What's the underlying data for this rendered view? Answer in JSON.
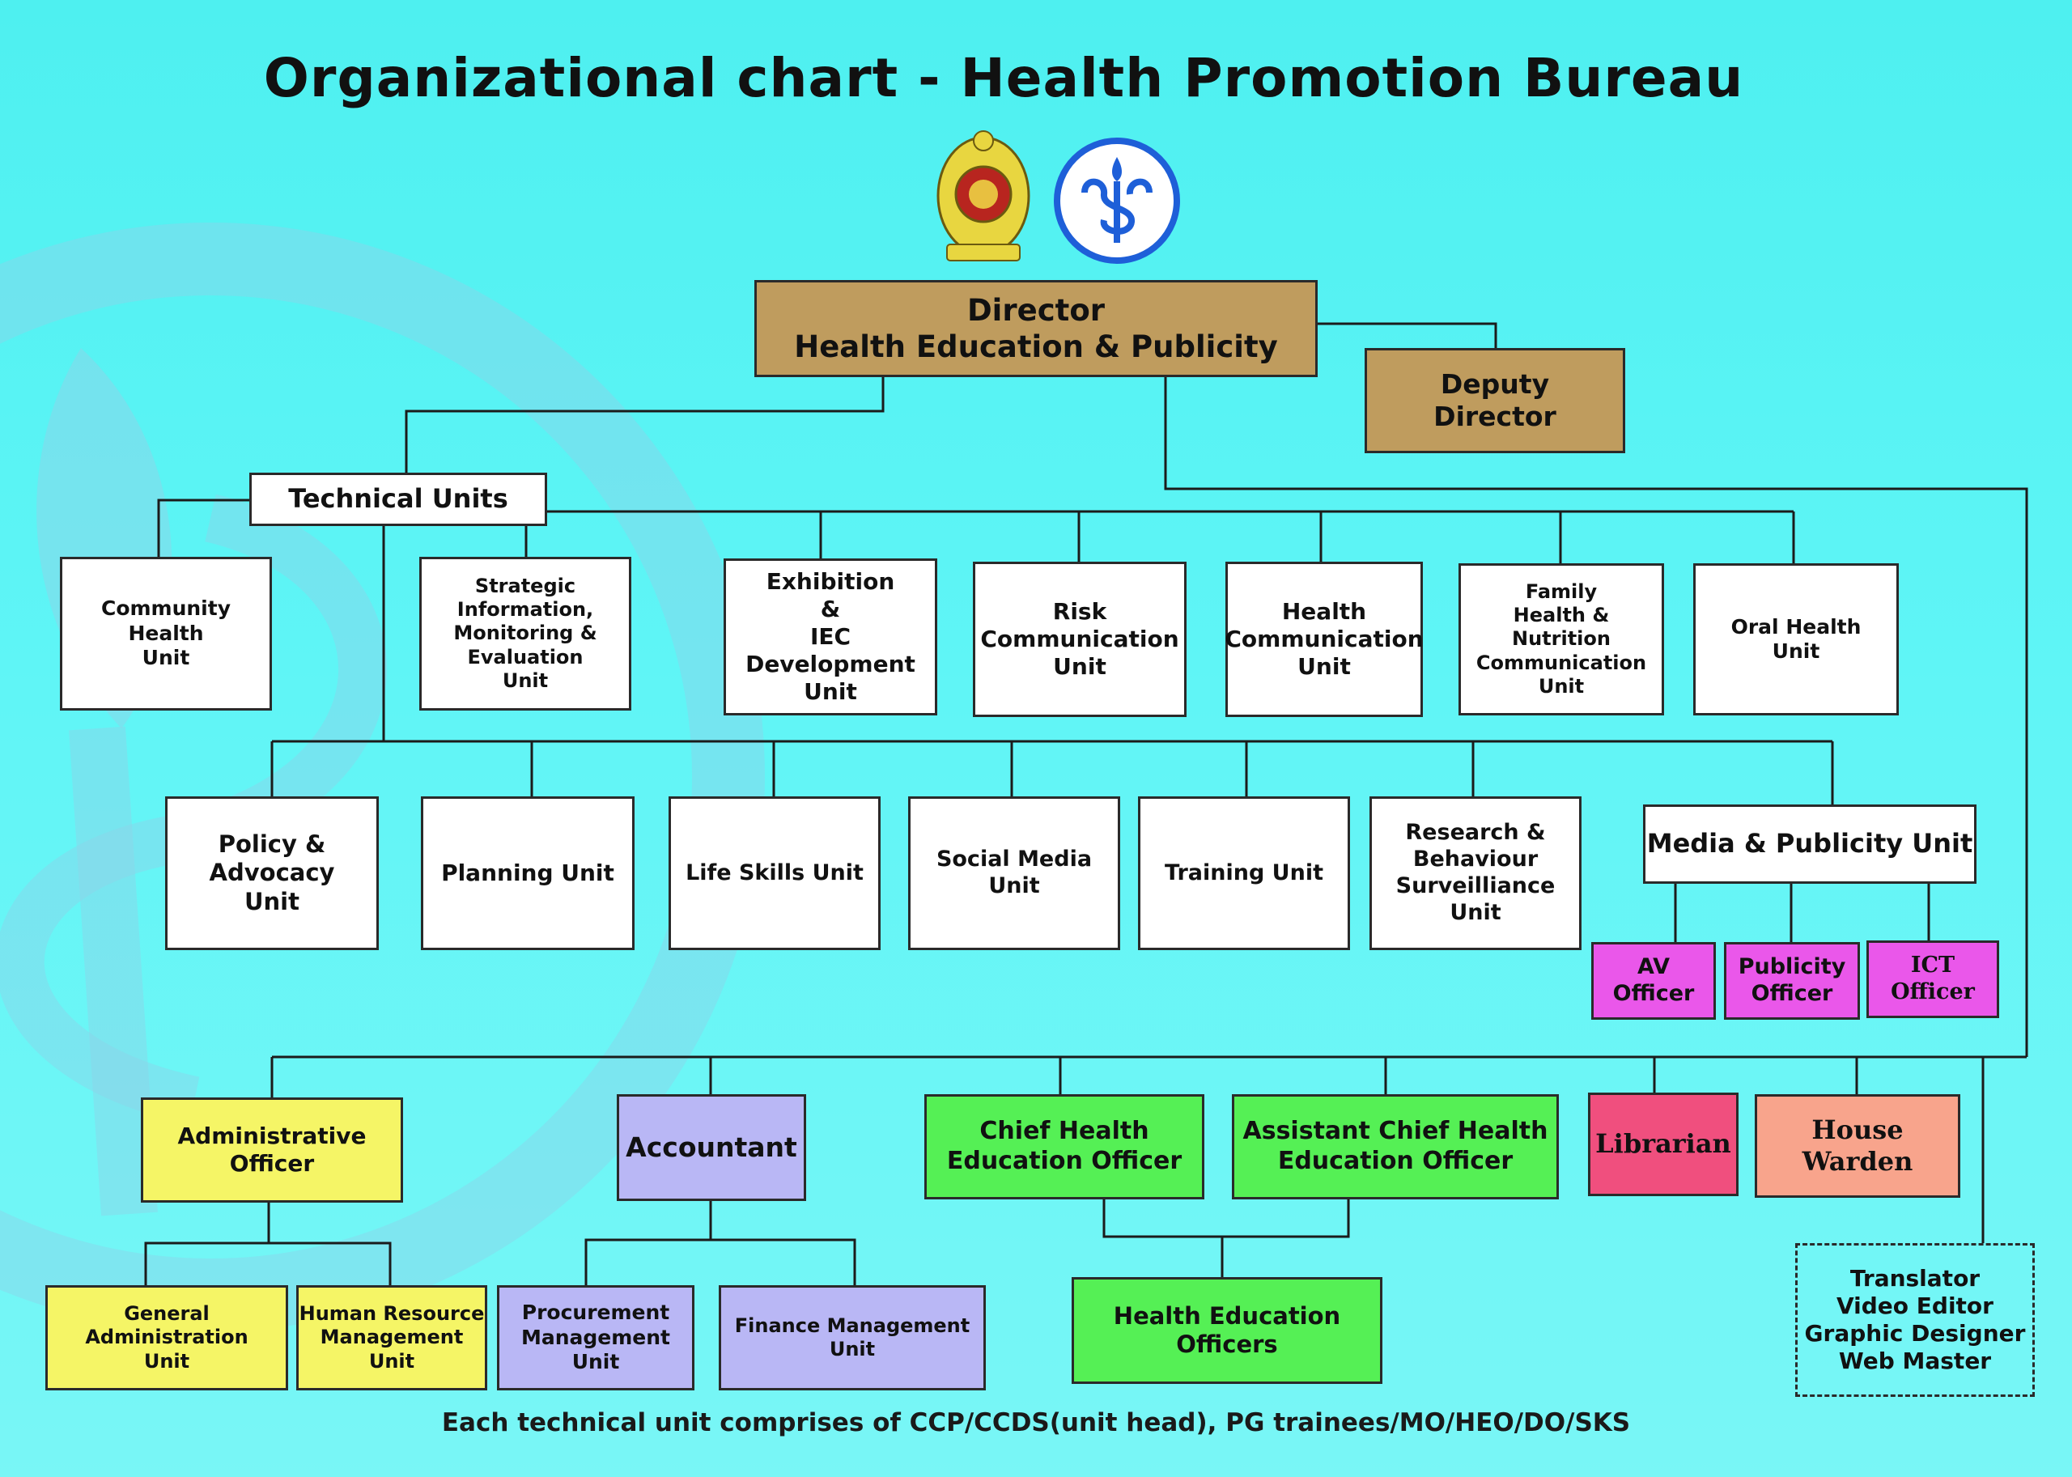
{
  "title": "Organizational chart - Health Promotion Bureau",
  "footer": "Each technical unit comprises of  CCP/CCDS(unit head), PG trainees/MO/HEO/DO/SKS",
  "leadership": {
    "director": "Director\nHealth Education & Publicity",
    "deputy_director": "Deputy\nDirector"
  },
  "technical_units_label": "Technical Units",
  "technical_units_row1": [
    "Community\nHealth\nUnit",
    "Strategic\nInformation,\nMonitoring &\nEvaluation\nUnit",
    "Exhibition\n&\nIEC\nDevelopment\nUnit",
    "Risk\nCommunication\nUnit",
    "Health\nCommunication\nUnit",
    "Family\nHealth &\nNutrition\nCommunication\nUnit",
    "Oral Health\nUnit"
  ],
  "technical_units_row2": [
    "Policy &\nAdvocacy\nUnit",
    "Planning Unit",
    "Life Skills Unit",
    "Social Media Unit",
    "Training Unit",
    "Research &\nBehaviour\nSurveilliance\nUnit"
  ],
  "media_unit": {
    "label": "Media & Publicity Unit",
    "officers": [
      "AV Officer",
      "Publicity\nOfficer",
      "ICT\nOfficer"
    ]
  },
  "admin_staff": {
    "administrative_officer": "Administrative\nOfficer",
    "accountant": "Accountant",
    "chief_heo": "Chief Health\nEducation Officer",
    "assistant_chief_heo": "Assistant Chief Health\nEducation Officer",
    "librarian": "Librarian",
    "house_warden": "House Warden"
  },
  "sub_units": {
    "general_administration": "General Administration\nUnit",
    "human_resource": "Human Resource\nManagement\nUnit",
    "procurement": "Procurement\nManagement Unit",
    "finance": "Finance Management Unit",
    "health_education_officers": "Health Education Officers"
  },
  "support_staff": "Translator\nVideo Editor\nGraphic Designer\nWeb Master",
  "colors": {
    "background": "#5ff5f6",
    "director": "#bf9c5e",
    "admin": "#f5f566",
    "finance": "#b9b7f5",
    "education": "#55f055",
    "media_officers": "#ea57ea",
    "librarian": "#f04f7e",
    "house_warden": "#f8a48c"
  }
}
